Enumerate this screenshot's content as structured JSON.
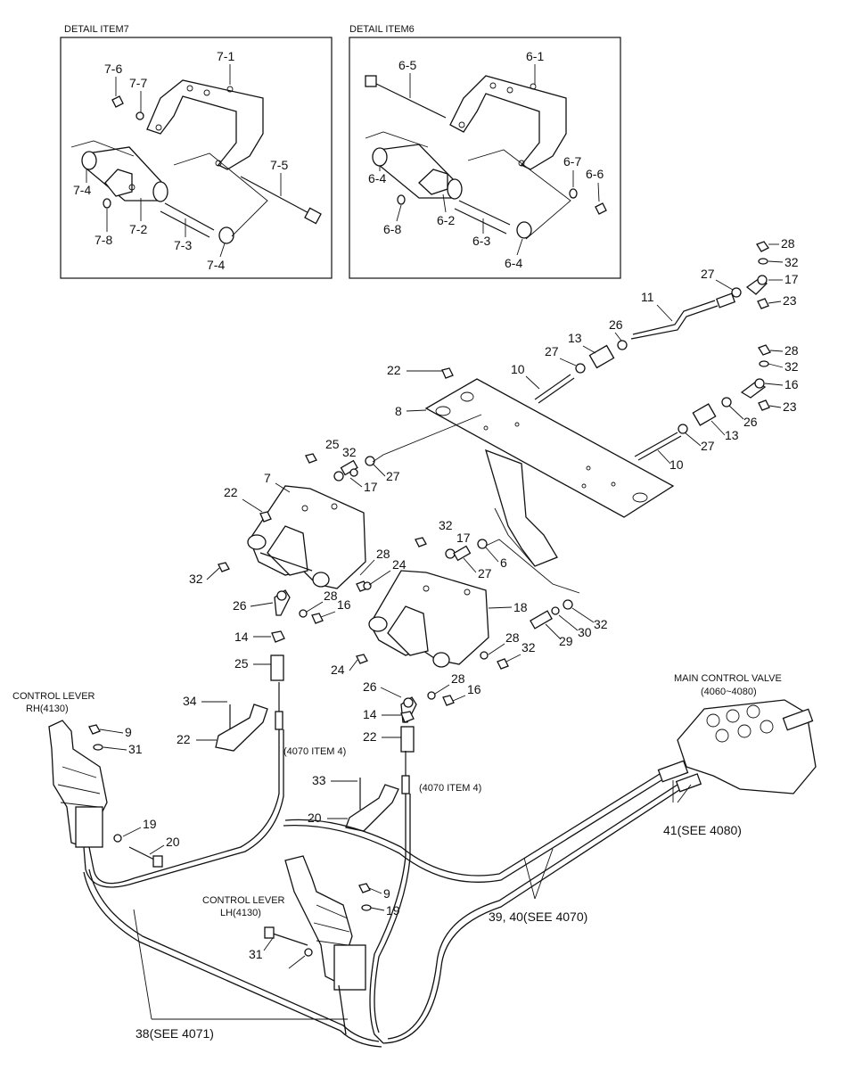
{
  "detail7": {
    "title": "DETAIL ITEM7"
  },
  "detail6": {
    "title": "DETAIL ITEM6"
  },
  "labels": {
    "d7": [
      "7-1",
      "7-6",
      "7-7",
      "7-5",
      "7-4",
      "7-8",
      "7-2",
      "7-3",
      "7-4"
    ],
    "d6": [
      "6-1",
      "6-5",
      "6-4",
      "6-8",
      "6-2",
      "6-3",
      "6-4",
      "6-7",
      "6-6"
    ],
    "main": [
      "28",
      "32",
      "17",
      "23",
      "27",
      "11",
      "26",
      "13",
      "27",
      "10",
      "22",
      "8",
      "28",
      "32",
      "16",
      "23",
      "13",
      "26",
      "27",
      "10",
      "25",
      "32",
      "17",
      "27",
      "7",
      "22",
      "32",
      "28",
      "24",
      "28",
      "16",
      "26",
      "14",
      "25",
      "32",
      "17",
      "27",
      "6",
      "18",
      "29",
      "30",
      "32",
      "28",
      "32",
      "24",
      "28",
      "16",
      "26",
      "14",
      "22",
      "34",
      "22",
      "33",
      "20",
      "9",
      "31",
      "19",
      "20",
      "9",
      "19",
      "31"
    ]
  },
  "notes": {
    "control_lever_rh": [
      "CONTROL LEVER",
      "RH(4130)"
    ],
    "control_lever_lh": [
      "CONTROL LEVER",
      "LH(4130)"
    ],
    "main_control_valve": [
      "MAIN CONTROL VALVE",
      "(4060~4080)"
    ],
    "ref_4070_item4_a": "(4070 ITEM 4)",
    "ref_4070_item4_b": "(4070 ITEM 4)",
    "ref_41": "41(SEE 4080)",
    "ref_39_40": "39, 40(SEE 4070)",
    "ref_38": "38(SEE 4071)"
  }
}
